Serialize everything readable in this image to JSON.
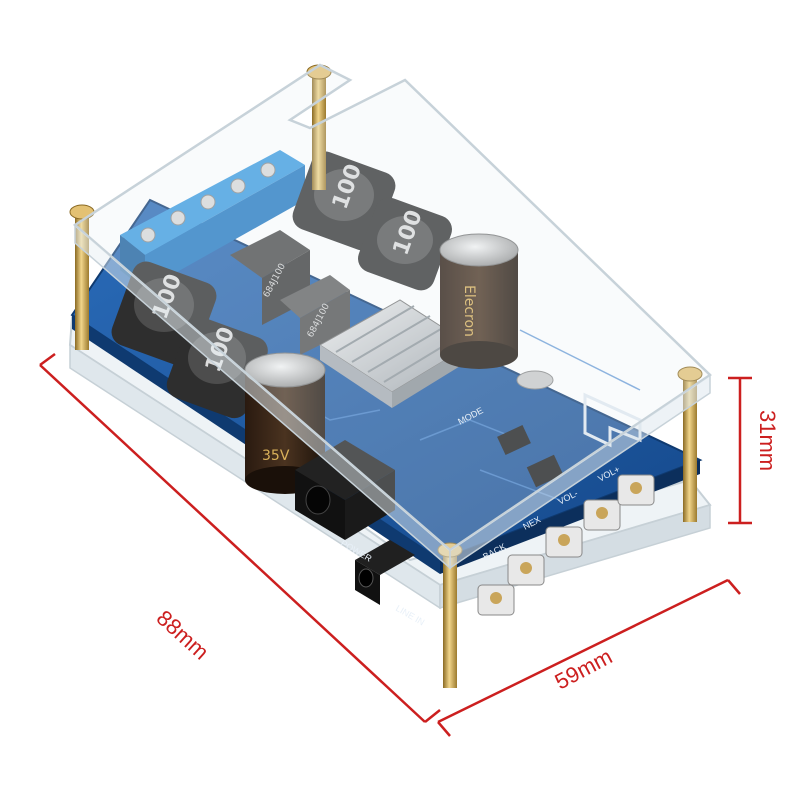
{
  "dimensions": {
    "length": "88mm",
    "width": "59mm",
    "height": "31mm"
  },
  "inductor_marking": "100",
  "chip_marking": "684J100",
  "capacitor_brand": "Elecron",
  "capacitor_voltage": "35V",
  "silkscreen": {
    "power": "POWER",
    "line_in": "LINE IN",
    "back": "BACK",
    "next": "NEX",
    "vol_minus": "VOL-",
    "vol_plus": "VOL+",
    "mode": "MODE"
  },
  "colors": {
    "dimension_lines": "#cc1f1f",
    "pcb": "#1c5aa6",
    "terminal_block": "#2f8fd8",
    "acrylic": "#e6eef4",
    "standoff": "#c9a24a"
  }
}
